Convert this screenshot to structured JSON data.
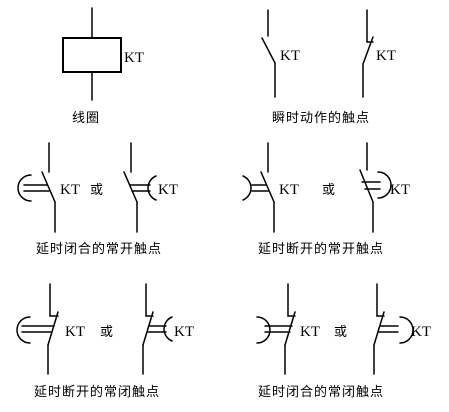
{
  "label": "KT",
  "or_word": "或",
  "captions": {
    "coil": "线圈",
    "instant": "瞬时动作的触点",
    "delay_close_no": "延时闭合的常开触点",
    "delay_open_no": "延时断开的常开触点",
    "delay_open_nc": "延时断开的常闭触点",
    "delay_close_nc": "延时闭合的常闭触点"
  }
}
